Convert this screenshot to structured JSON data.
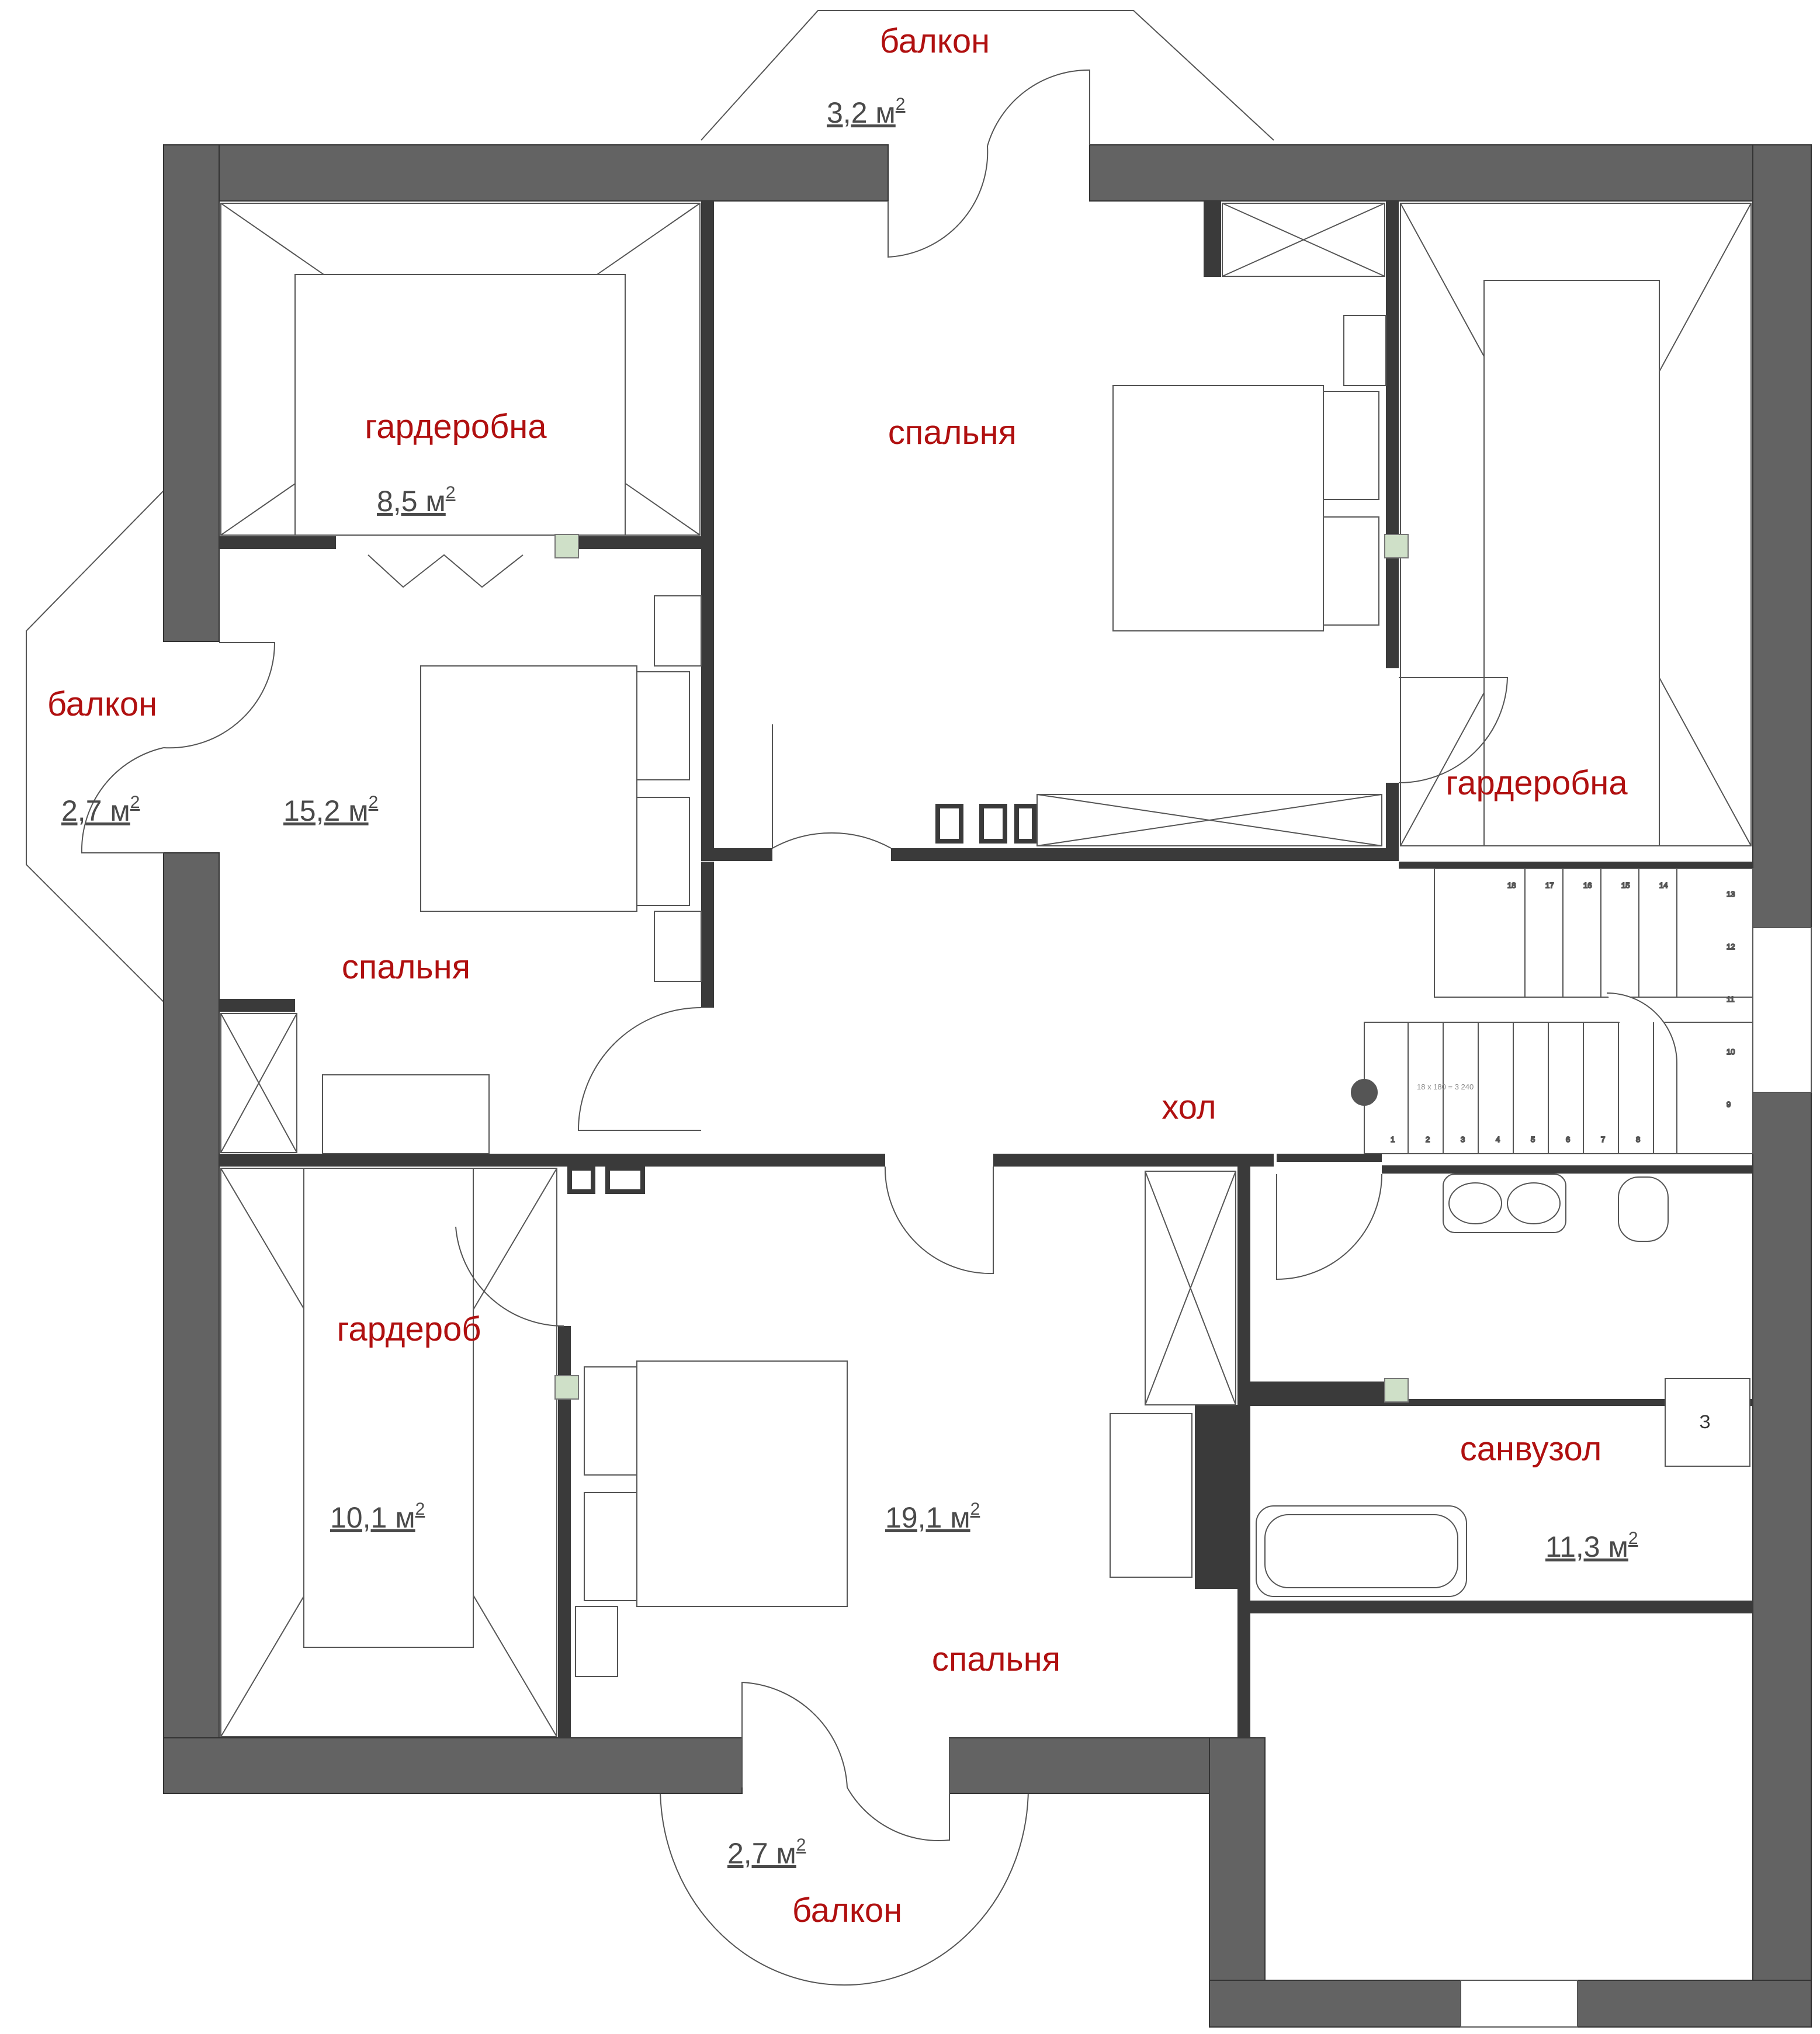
{
  "colors": {
    "wall": "#636363",
    "wall_dark": "#3a3a3a",
    "line": "#555555",
    "room_label": "#b01010",
    "area_label": "#4a4a4a",
    "fixture_fill": "#ffffff",
    "column": "#cfe0c8"
  },
  "rooms": {
    "balcony_top": {
      "name": "балкон",
      "area": "3,2 м",
      "unit_power": "2"
    },
    "balcony_left": {
      "name": "балкон",
      "area": "2,7 м",
      "unit_power": "2"
    },
    "balcony_bottom": {
      "name": "балкон",
      "area": "2,7 м",
      "unit_power": "2"
    },
    "wardrobe_nw": {
      "name": "гардеробна",
      "area": "8,5 м",
      "unit_power": "2"
    },
    "bedroom_top": {
      "name": "спальня"
    },
    "bedroom_west": {
      "name": "спальня",
      "area": "15,2 м",
      "unit_power": "2"
    },
    "wardrobe_ne": {
      "name": "гардеробна"
    },
    "hall": {
      "name": "хол"
    },
    "wardrobe_sw": {
      "name": "гардероб",
      "area": "10,1 м",
      "unit_power": "2"
    },
    "bedroom_south": {
      "name": "спальня",
      "area": "19,1 м",
      "unit_power": "2"
    },
    "bathroom": {
      "name": "санвузол",
      "area": "11,3 м",
      "unit_power": "2"
    }
  },
  "stairs": {
    "dimension_note": "18 x 180 = 3 240",
    "step_numbers": [
      "1",
      "2",
      "3",
      "4",
      "5",
      "6",
      "7",
      "8",
      "9",
      "10",
      "11",
      "12",
      "13",
      "14",
      "15",
      "16",
      "17",
      "18"
    ]
  },
  "fixtures": {
    "boiler_label": "З"
  }
}
